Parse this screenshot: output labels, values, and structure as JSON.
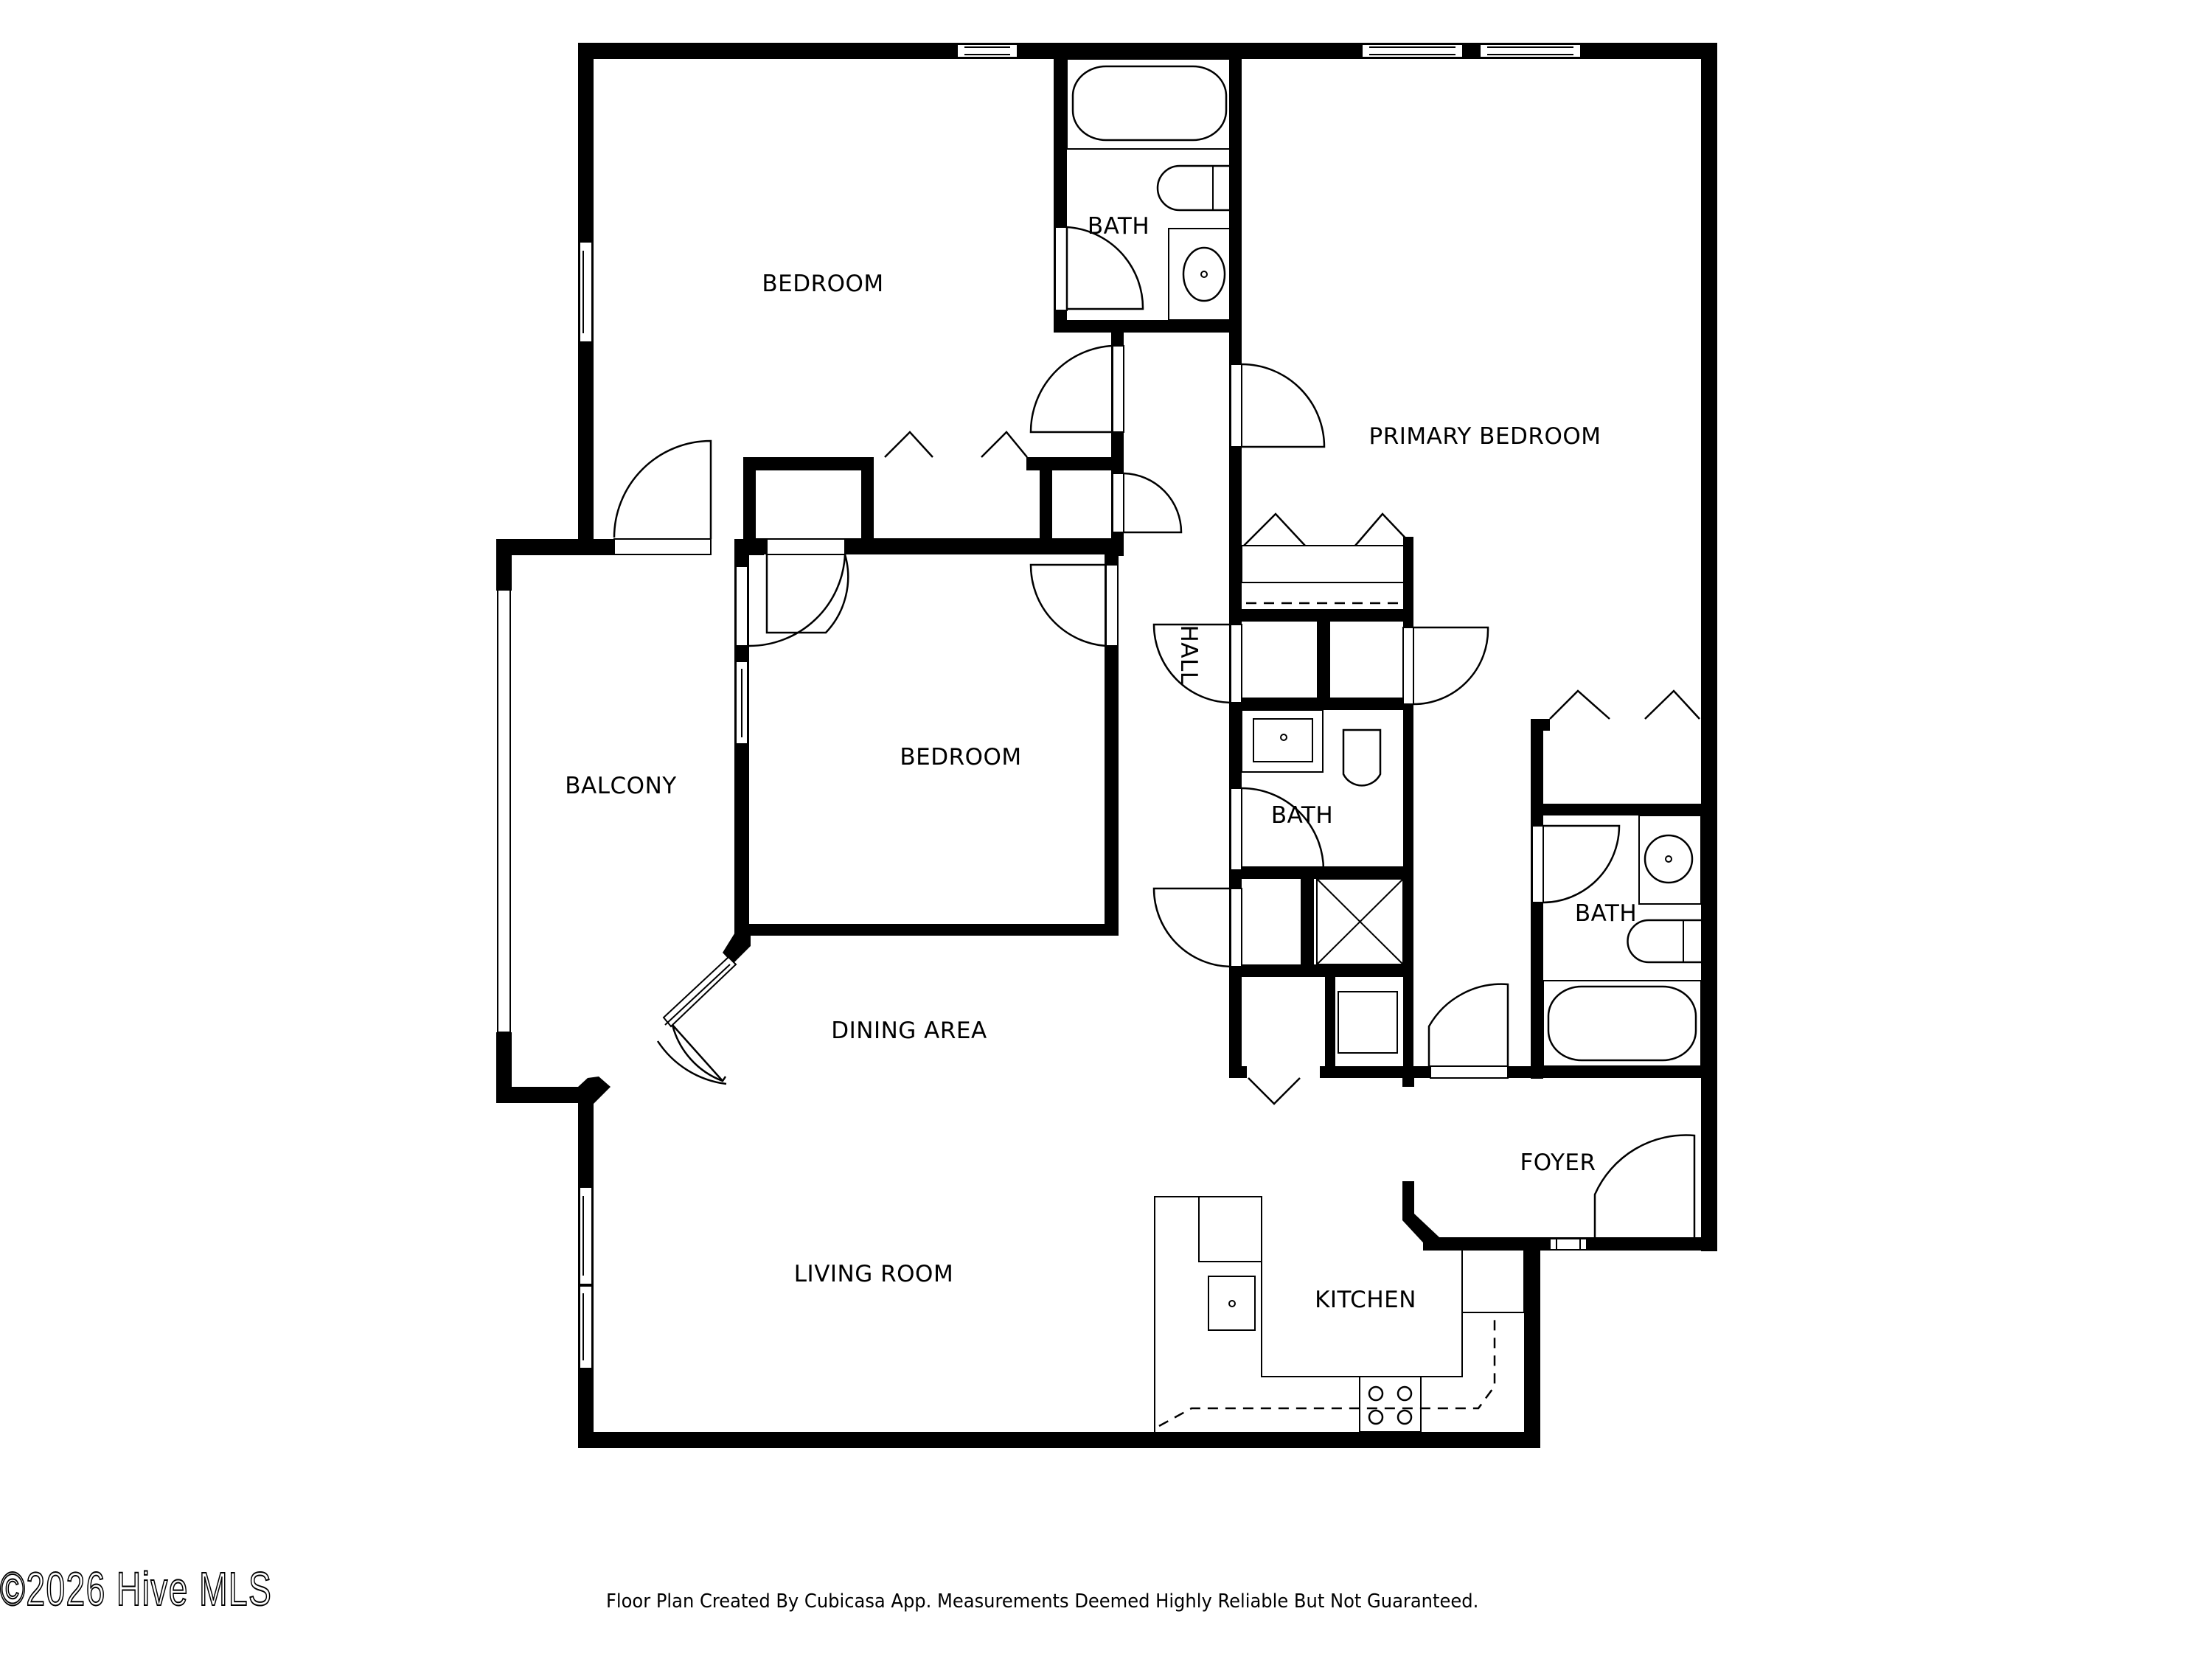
{
  "floor_plan": {
    "rooms": {
      "bedroom_1": "BEDROOM",
      "bath_1": "BATH",
      "primary_bedroom": "PRIMARY BEDROOM",
      "hall": "HALL",
      "balcony": "BALCONY",
      "bedroom_2": "BEDROOM",
      "bath_2": "BATH",
      "bath_3": "BATH",
      "dining_area": "DINING AREA",
      "foyer": "FOYER",
      "living_room": "LIVING ROOM",
      "kitchen": "KITCHEN"
    },
    "colors": {
      "wall": "#000000",
      "background": "#ffffff"
    }
  },
  "watermark": "©2026 Hive MLS",
  "footer": {
    "disclaimer": "Floor Plan Created By Cubicasa App. Measurements Deemed Highly Reliable But Not Guaranteed."
  }
}
